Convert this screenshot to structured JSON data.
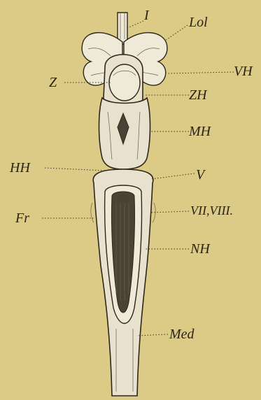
{
  "figure": {
    "labels": {
      "I": "I",
      "Lol": "Lol",
      "VH": "VH",
      "Z": "Z",
      "ZH": "ZH",
      "MH": "MH",
      "HH": "HH",
      "V": "V",
      "Fr": "Fr",
      "VIIVIII": "VII,VIII.",
      "NH": "NH",
      "Med": "Med"
    }
  }
}
